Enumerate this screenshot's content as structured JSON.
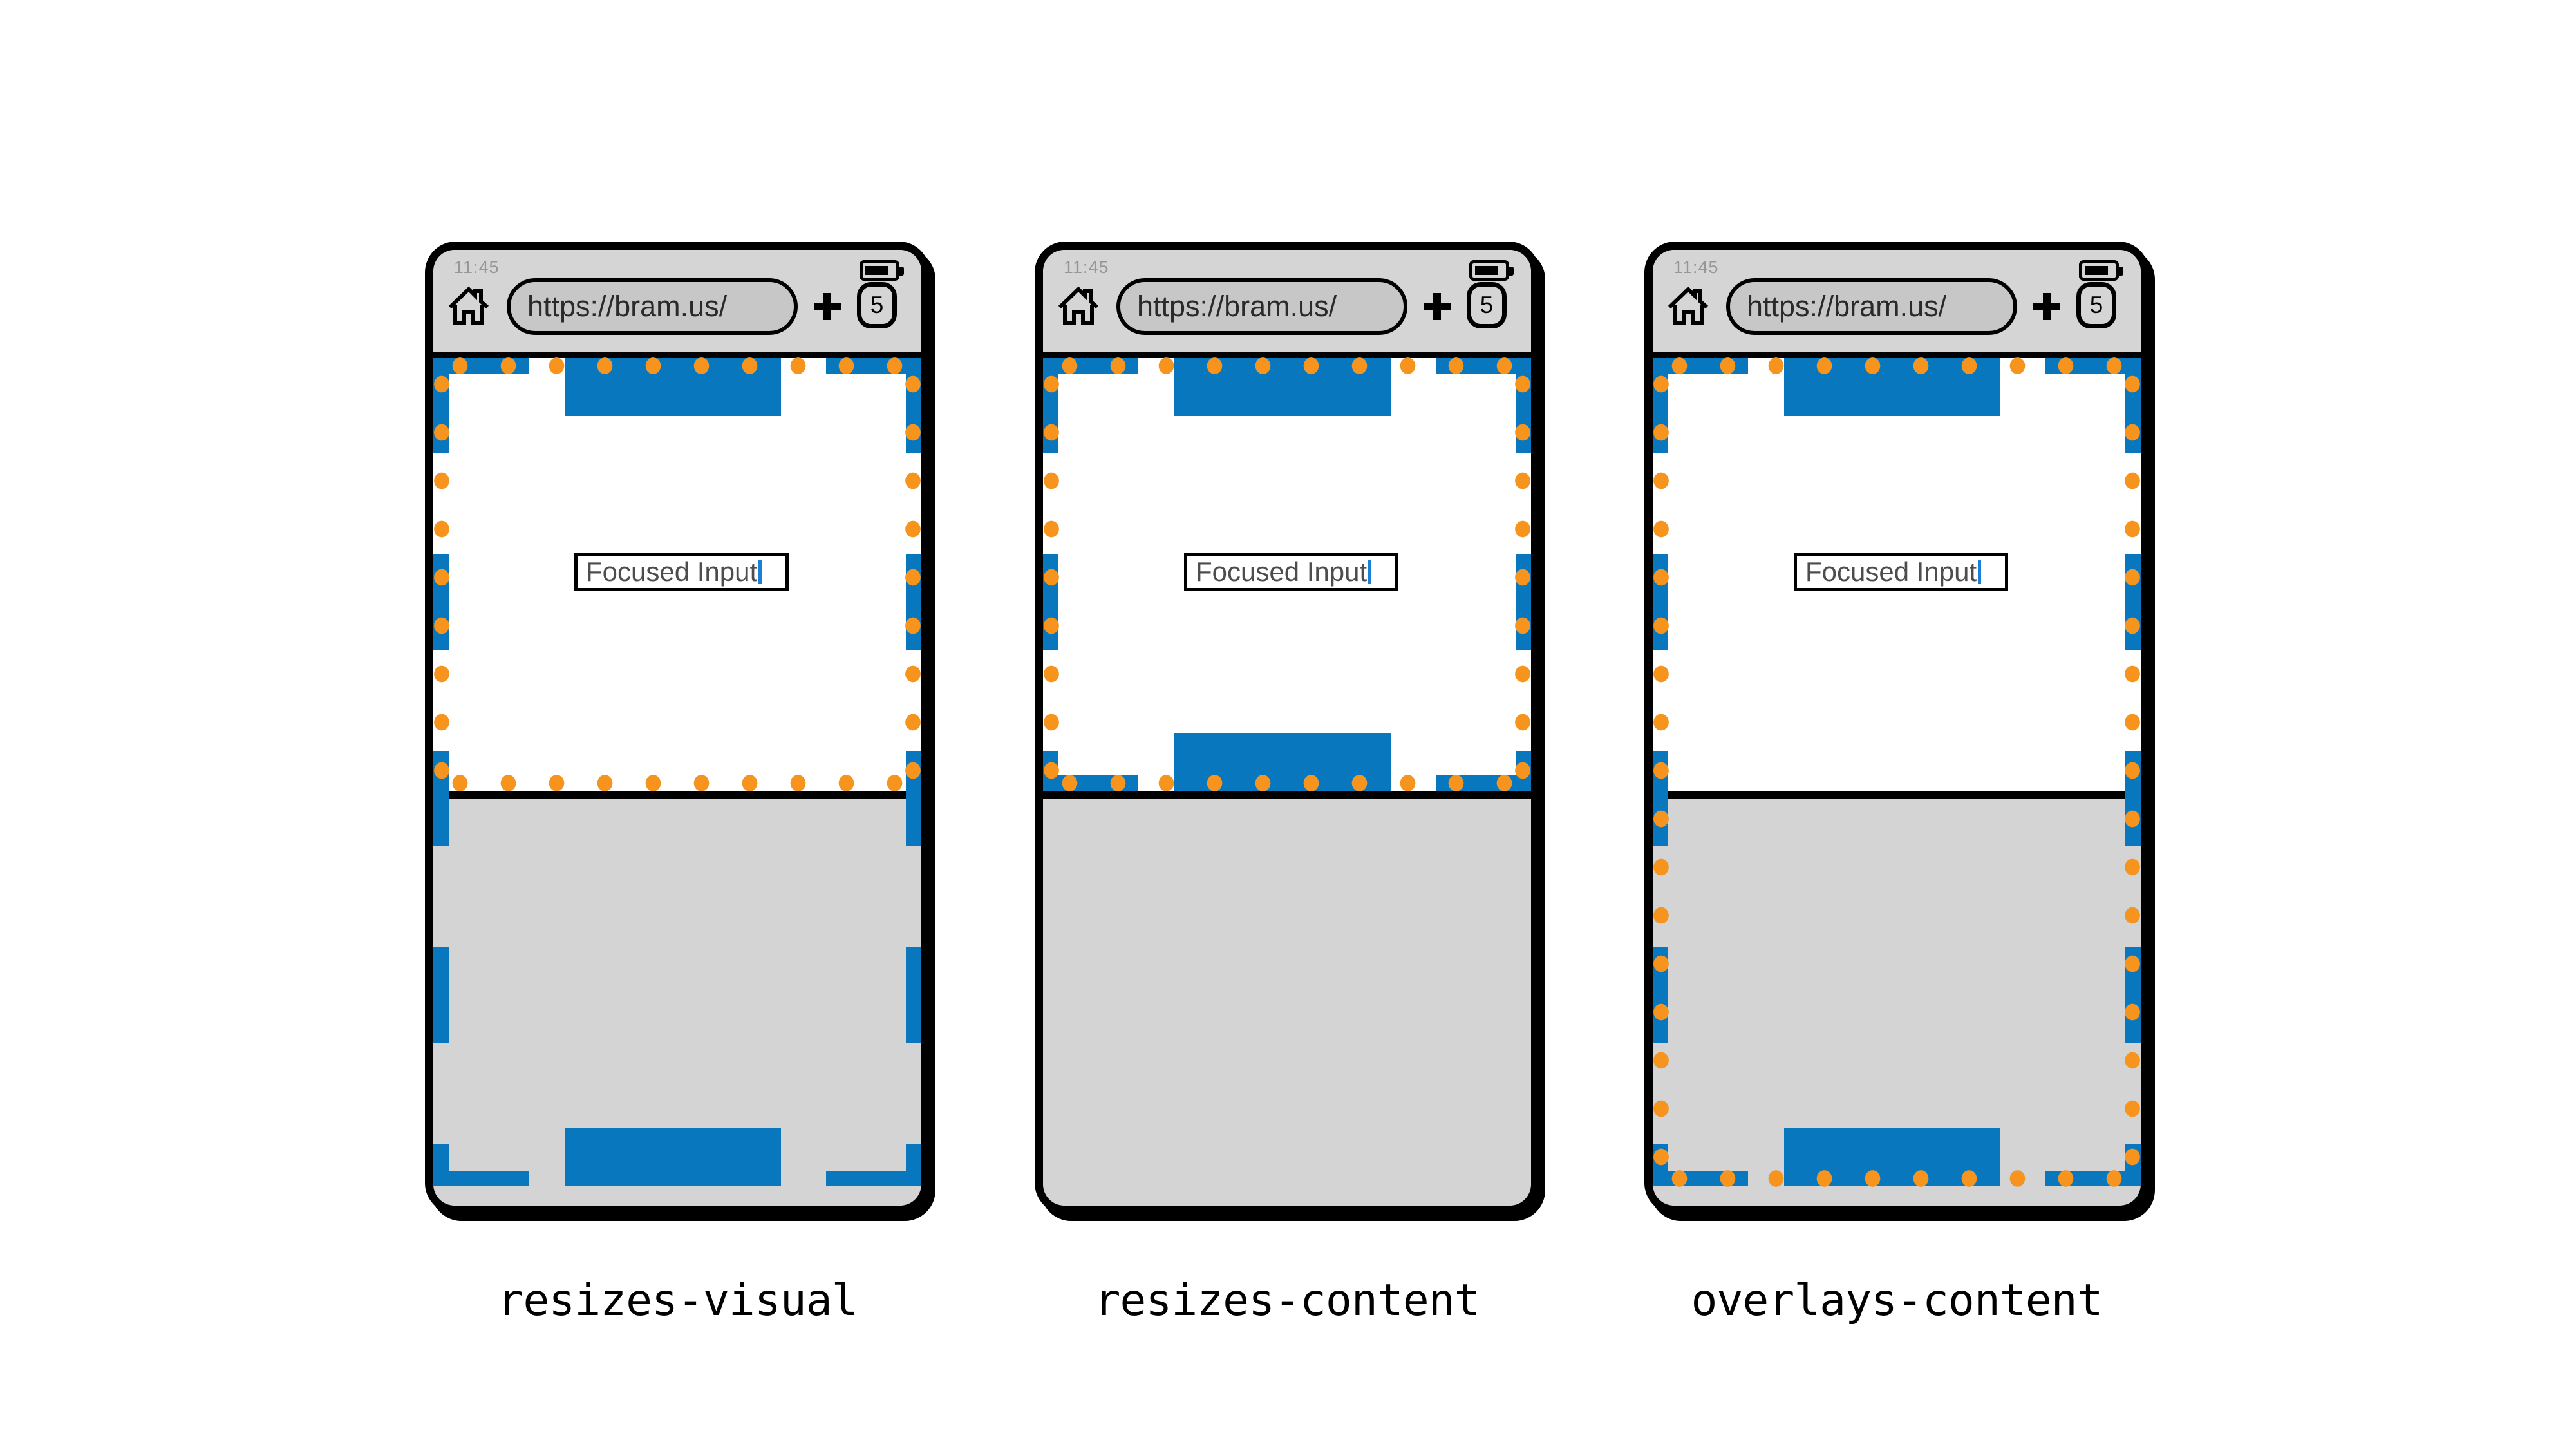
{
  "figure": {
    "background": "#FFFFFF"
  },
  "colors": {
    "layout_viewport_blue": "#0877BD",
    "visual_viewport_orange": "#F7941E",
    "keyboard_gray": "#D4D4D4",
    "chrome_bar_gray": "#D5D5D5",
    "url_pill_gray": "#C7C7C7",
    "frame_black": "#000000",
    "caret_blue": "#1B7ED7"
  },
  "browser_chrome": {
    "status_time": "11:45",
    "url": "https://bram.us/",
    "tab_count": "5",
    "icons": {
      "home": "home-icon",
      "new_tab": "plus-icon",
      "tab_counter": "tab-counter",
      "battery": "battery-icon"
    }
  },
  "page_content": {
    "input_value": "Focused Input",
    "header_block": "fixed-header",
    "footer_block": "fixed-footer",
    "keyboard_area": "virtual-keyboard"
  },
  "panels": [
    {
      "label": "resizes-visual",
      "mode": "resizes-visual"
    },
    {
      "label": "resizes-content",
      "mode": "resizes-content"
    },
    {
      "label": "overlays-content",
      "mode": "overlays-content"
    }
  ]
}
